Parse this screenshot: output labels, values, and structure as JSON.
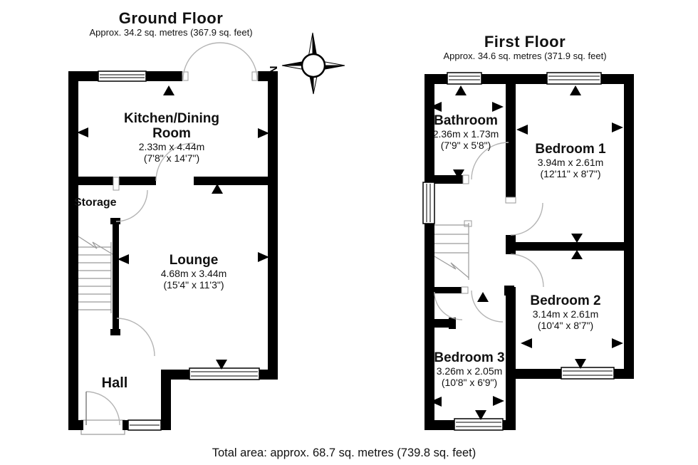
{
  "ground_floor": {
    "title": "Ground Floor",
    "subtitle": "Approx. 34.2 sq. metres (367.9 sq. feet)",
    "rooms": {
      "kitchen_dining": {
        "name_line1": "Kitchen/Dining",
        "name_line2": "Room",
        "metric": "2.33m x 4.44m",
        "imperial": "(7'8\" x 14'7\")"
      },
      "storage": {
        "name": "Storage"
      },
      "lounge": {
        "name": "Lounge",
        "metric": "4.68m x 3.44m",
        "imperial": "(15'4\" x 11'3\")"
      },
      "hall": {
        "name": "Hall"
      }
    }
  },
  "first_floor": {
    "title": "First Floor",
    "subtitle": "Approx. 34.6 sq. metres (371.9 sq. feet)",
    "rooms": {
      "bathroom": {
        "name": "Bathroom",
        "metric": "2.36m x 1.73m",
        "imperial": "(7'9\" x 5'8\")"
      },
      "bedroom1": {
        "name": "Bedroom 1",
        "metric": "3.94m x 2.61m",
        "imperial": "(12'11\" x 8'7\")"
      },
      "bedroom2": {
        "name": "Bedroom 2",
        "metric": "3.14m x 2.61m",
        "imperial": "(10'4\" x 8'7\")"
      },
      "bedroom3": {
        "name": "Bedroom 3",
        "metric": "3.26m x 2.05m",
        "imperial": "(10'8\" x 6'9\")"
      }
    }
  },
  "compass": {
    "north_label": "N"
  },
  "footer": {
    "total_area": "Total area: approx. 68.7 sq. metres (739.8 sq. feet)"
  },
  "colors": {
    "wall": "#000000",
    "background": "#ffffff",
    "door_arc": "#b4b4b4",
    "stair_line": "#9a9a9a",
    "text": "#111111"
  }
}
